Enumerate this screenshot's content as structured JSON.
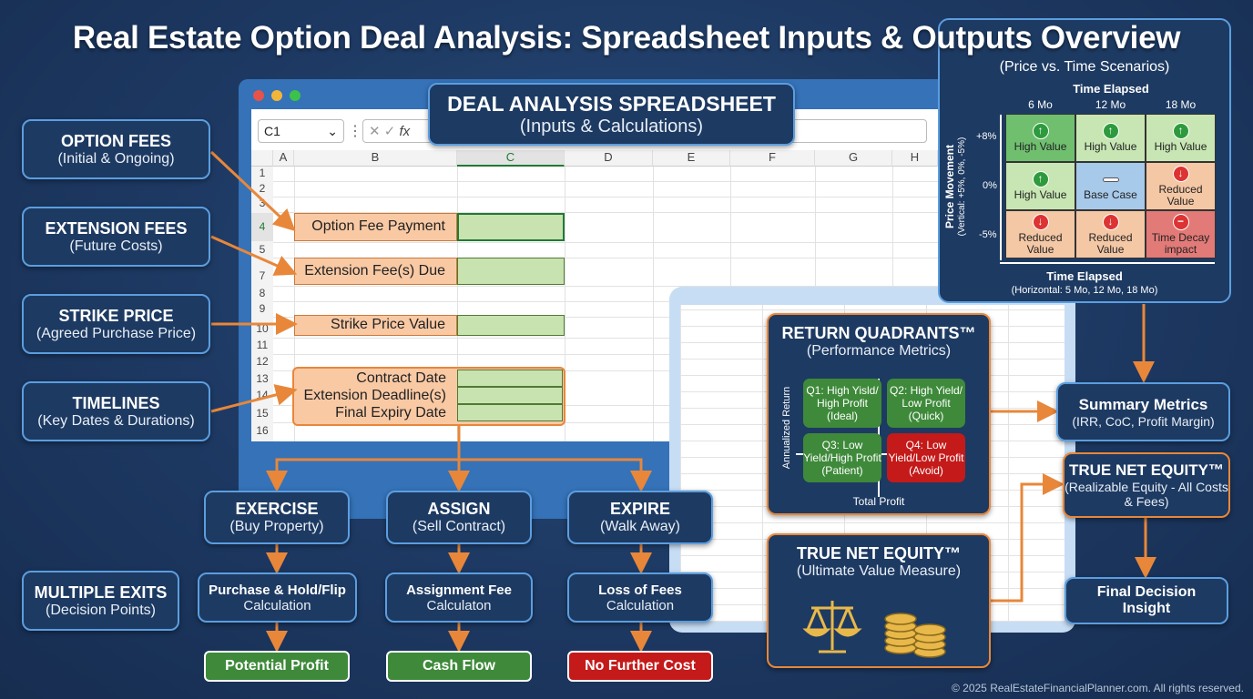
{
  "title": "Real Estate Option Deal Analysis: Spreadsheet Inputs & Outputs Overview",
  "left_boxes": [
    {
      "title": "OPTION FEES",
      "sub": "(Initial & Ongoing)"
    },
    {
      "title": "EXTENSION FEES",
      "sub": "(Future Costs)"
    },
    {
      "title": "STRIKE PRICE",
      "sub": "(Agreed Purchase Price)"
    },
    {
      "title": "TIMELINES",
      "sub": "(Key Dates & Durations)"
    },
    {
      "title": "MULTIPLE EXITS",
      "sub": "(Decision Points)"
    }
  ],
  "banner": {
    "title": "DEAL ANALYSIS SPREADSHEET",
    "sub": "(Inputs & Calculations)"
  },
  "spreadsheet": {
    "name_box": "C1",
    "fx": "fx",
    "columns": [
      "A",
      "B",
      "C",
      "D",
      "E",
      "F",
      "G",
      "H"
    ],
    "rows": [
      "1",
      "2",
      "3",
      "4",
      "5",
      "7",
      "8",
      "9",
      "10",
      "11",
      "12",
      "13",
      "14",
      "15",
      "16"
    ],
    "inputs": [
      "Option Fee Payment",
      "Extension Fee(s) Due",
      "Strike Price Value",
      "Contract Date",
      "Extension Deadline(s)",
      "Final Expiry Date"
    ]
  },
  "exits": [
    {
      "title": "EXERCISE",
      "sub": "(Buy Property)",
      "calc1": "Purchase & Hold/Flip",
      "calc2": "Calculation",
      "result": "Potential Profit"
    },
    {
      "title": "ASSIGN",
      "sub": "(Sell Contract)",
      "calc1": "Assignment Fee",
      "calc2": "Calculaton",
      "result": "Cash Flow"
    },
    {
      "title": "EXPIRE",
      "sub": "(Walk Away)",
      "calc1": "Loss of Fees",
      "calc2": "Calculation",
      "result": "No Further Cost"
    }
  ],
  "matrix": {
    "subtitle": "(Price vs. Time Scenarios)",
    "top_label": "Time Elapsed",
    "cols": [
      "6 Mo",
      "12 Mo",
      "18 Mo"
    ],
    "rows": [
      "+8%",
      "0%",
      "-5%"
    ],
    "y_label": "Price Movement",
    "y_sub": "(Vertical: +5%, 0%, -5%)",
    "x_label": "Time Elapsed",
    "x_sub": "(Horizontal: 5 Mo, 12 Mo, 18 Mo)",
    "cells": [
      "High Value",
      "High Value",
      "High Value",
      "High Value",
      "Base Case",
      "Reduced Value",
      "Reduced Value",
      "Reduced Value",
      "Time Decay impact"
    ]
  },
  "quadrants": {
    "title": "RETURN QUADRANTS™",
    "sub": "(Performance Metrics)",
    "y_axis": "Annualized Return",
    "x_axis": "Total Profit",
    "q": [
      "Q1: High Yisld/ High Profit (Ideal)",
      "Q2: High Yield/ Low Profit (Quick)",
      "Q3: Low Yield/High Profit (Patient)",
      "Q4: Low Yield/Low Profit (Avoid)"
    ]
  },
  "tne_center": {
    "title": "TRUE NET EQUITY™",
    "sub": "(Ultimate Value Measure)"
  },
  "summary": {
    "title": "Summary Metrics",
    "sub": "(IRR, CoC, Profit Margin)"
  },
  "tne_right": {
    "title": "TRUE NET EQUITY™",
    "sub": "(Realizable Equity - All Costs & Fees)"
  },
  "final": {
    "title": "Final Decision",
    "sub": "Insight"
  },
  "footer": "© 2025 RealEstateFinancialPlanner.com. All rights reserved.",
  "colors": {
    "orange": "#e8873a",
    "green": "#3e8a3a",
    "red": "#c41a1a",
    "border": "#5b9ee0"
  }
}
